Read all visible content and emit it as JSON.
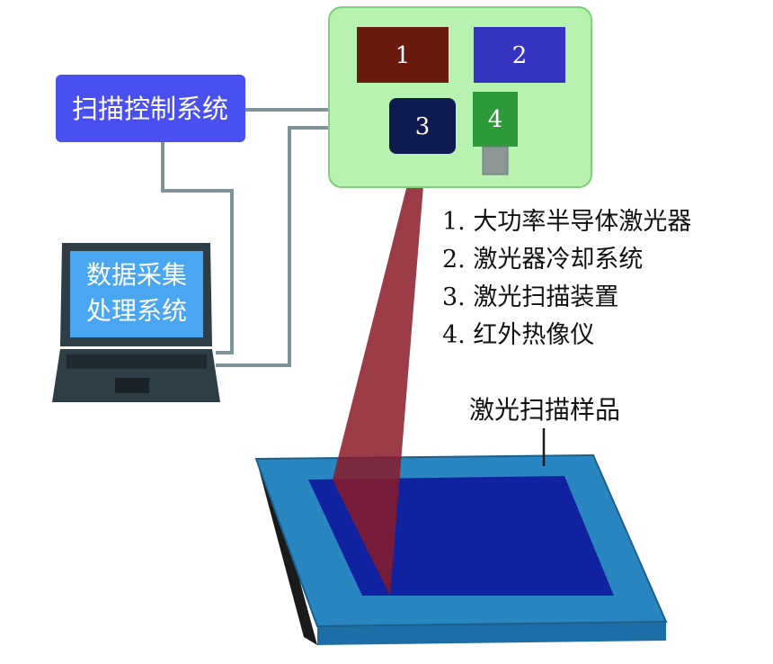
{
  "scan_control": {
    "label": "扫描控制系统"
  },
  "laptop": {
    "line1": "数据采集",
    "line2": "处理系统"
  },
  "modules": {
    "m1": {
      "label": "1"
    },
    "m2": {
      "label": "2"
    },
    "m3": {
      "label": "3"
    },
    "m4": {
      "label": "4"
    }
  },
  "legend": [
    "1. 大功率半导体激光器",
    "2. 激光器冷却系统",
    "3. 激光扫描装置",
    "4. 红外热像仪"
  ],
  "sample": {
    "label": "激光扫描样品"
  },
  "colors": {
    "control_box": "#4a4ff0",
    "equipment_panel": "#b8f2b0",
    "module1": "#6b1a10",
    "module2": "#3533c0",
    "module3": "#0f1a50",
    "module4": "#2f9a3c",
    "beam": "#8a1a28",
    "sample_frame": "#2a7fb8",
    "sample_inner": "#1122a0",
    "cable": "#7f9496"
  }
}
